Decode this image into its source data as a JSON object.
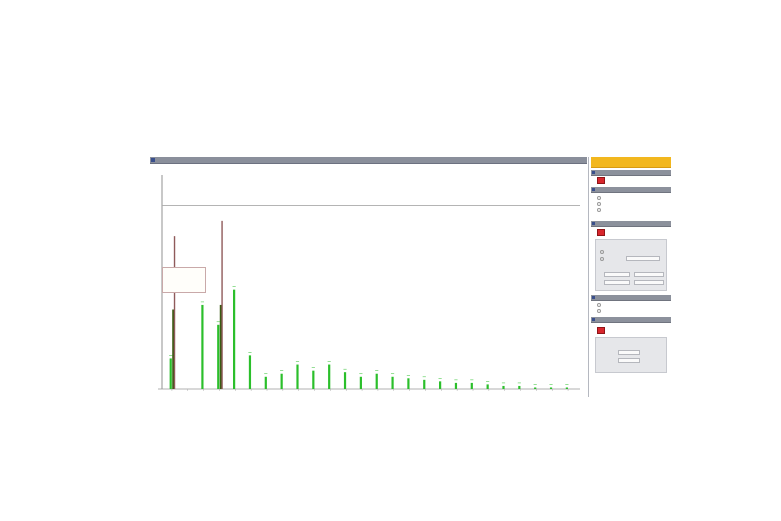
{
  "chart_data": {
    "type": "bar",
    "title": "",
    "categories": [
      "",
      "",
      "",
      "",
      "",
      "",
      "",
      "",
      "",
      "",
      "",
      "",
      "",
      "",
      "",
      "",
      "",
      "",
      "",
      "",
      "",
      "",
      "",
      "",
      "",
      ""
    ],
    "series": [
      {
        "color": "#2bbf2b",
        "values": [
          20,
          0,
          55,
          42,
          65,
          22,
          8,
          10,
          16,
          12,
          16,
          11,
          8,
          10,
          8,
          7,
          6,
          5,
          4,
          4,
          3,
          2,
          2,
          1,
          1,
          1
        ]
      },
      {
        "color": "#3a5a12",
        "values": [
          52,
          0,
          0,
          55,
          0,
          0,
          0,
          0,
          0,
          0,
          0,
          0,
          0,
          0,
          0,
          0,
          0,
          0,
          0,
          0,
          0,
          0,
          0,
          0,
          0,
          0
        ]
      },
      {
        "color": "#8f5a5a",
        "values": [
          100,
          0,
          0,
          110,
          0,
          0,
          0,
          0,
          0,
          0,
          0,
          0,
          0,
          0,
          0,
          0,
          0,
          0,
          0,
          0,
          0,
          0,
          0,
          0,
          0,
          0
        ]
      }
    ],
    "ylim": [
      0,
      140
    ],
    "reference_line": 120,
    "grid": false,
    "legend": "none"
  },
  "sidebar": {
    "header_label": "",
    "section1_label": "",
    "options": [
      "",
      "",
      ""
    ],
    "group_label": "",
    "radio_labels": [
      "",
      ""
    ],
    "field_value": "",
    "bottom_label": ""
  },
  "tooltip": {
    "lines": [
      "",
      "",
      "",
      "",
      ""
    ]
  },
  "colors": {
    "accent": "#f2b71e",
    "titlebar": "#8a8f9b",
    "series_green": "#2bbf2b",
    "series_dark": "#3a5a12",
    "series_brown": "#8f5a5a"
  }
}
